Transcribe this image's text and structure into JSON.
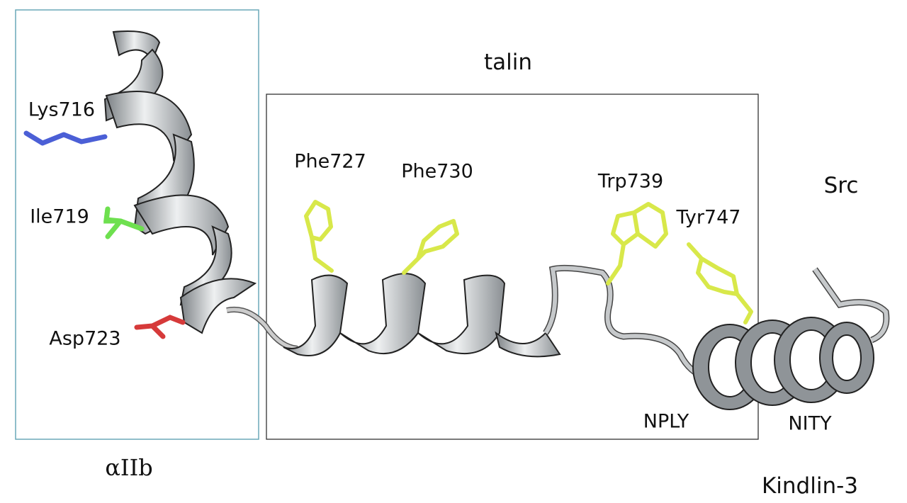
{
  "title_talin": "talin",
  "regions": {
    "aIIb": "αIIb",
    "kindlin": "Kindlin-3",
    "src": "Src"
  },
  "motifs": {
    "nply": "NPLY",
    "nity": "NITY"
  },
  "residues": {
    "lys716": "Lys716",
    "ile719": "Ile719",
    "asp723": "Asp723",
    "phe727": "Phe727",
    "phe730": "Phe730",
    "trp739": "Trp739",
    "tyr747": "Tyr747"
  },
  "colors": {
    "ribbon": "#a9adb0",
    "lys": "#4b5fd6",
    "ile": "#6ee04f",
    "asp": "#d63a3a",
    "aromatic": "#d8e84a",
    "aIIb_box": "#6aa8b8",
    "talin_box": "#333333"
  }
}
